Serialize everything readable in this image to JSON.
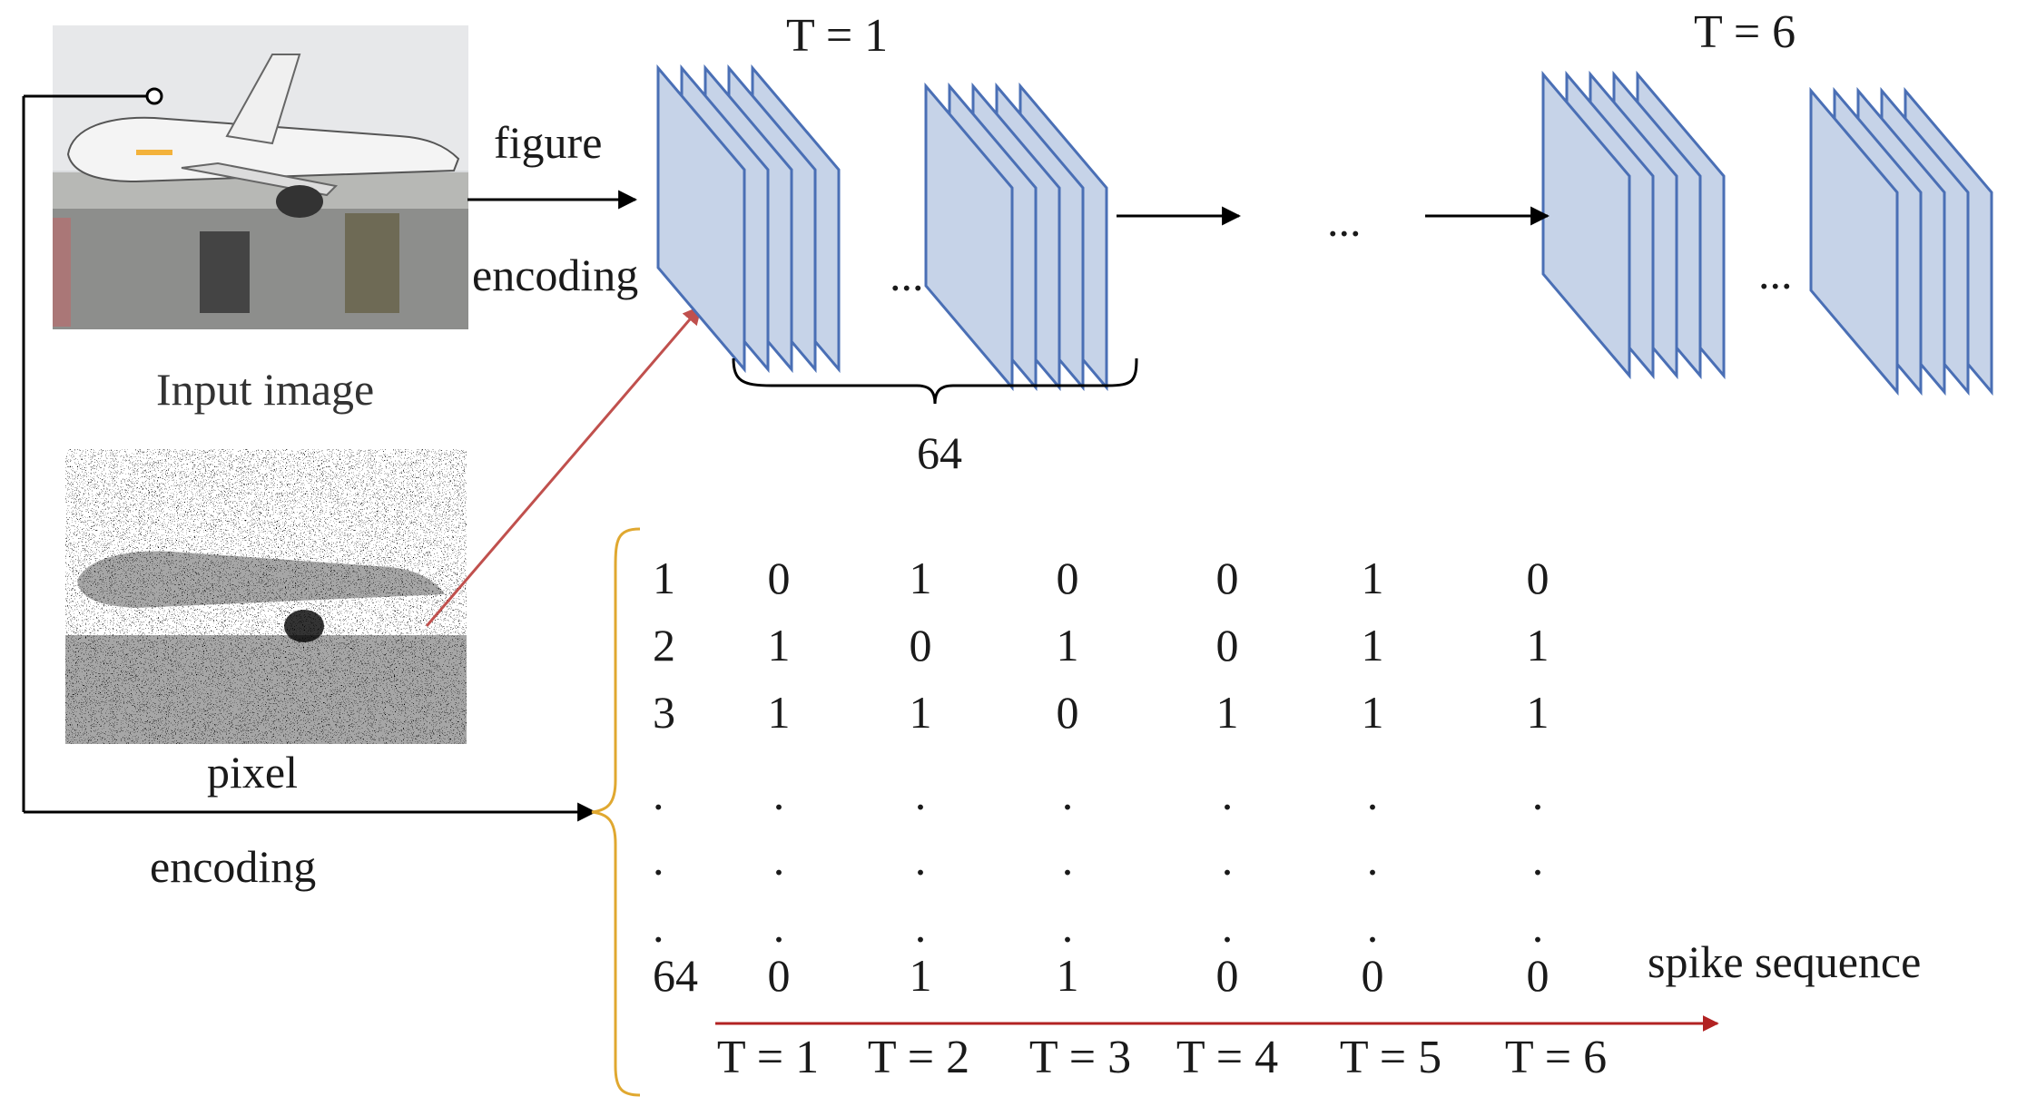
{
  "labels": {
    "t1_top": "T = 1",
    "t6_top": "T = 6",
    "figure": "figure",
    "encoding_top": "encoding",
    "input_image": "Input image",
    "pixel": "pixel",
    "encoding_bottom": "encoding",
    "channels": "64",
    "spike_sequence": "spike sequence",
    "ellipsis_mid": "...",
    "ellipsis_g1": "...",
    "ellipsis_g3": "..."
  },
  "table": {
    "row_labels": [
      "1",
      "2",
      "3",
      ".",
      ".",
      ".",
      "64"
    ],
    "rows": [
      [
        "0",
        "1",
        "0",
        "0",
        "1",
        "0"
      ],
      [
        "1",
        "0",
        "1",
        "0",
        "1",
        "1"
      ],
      [
        "1",
        "1",
        "0",
        "1",
        "1",
        "1"
      ],
      [
        ".",
        ".",
        ".",
        ".",
        ".",
        "."
      ],
      [
        ".",
        ".",
        ".",
        ".",
        ".",
        "."
      ],
      [
        ".",
        ".",
        ".",
        ".",
        ".",
        "."
      ],
      [
        "0",
        "1",
        "1",
        "0",
        "0",
        "0"
      ]
    ],
    "time_labels": [
      "T = 1",
      "T = 2",
      "T = 3",
      "T = 4",
      "T = 5",
      "T = 6"
    ]
  },
  "colors": {
    "feature_map_fill": "#c6d3e8",
    "feature_map_stroke": "#4a6fb5",
    "arrow_black": "#000000",
    "arrow_red": "#c0504d",
    "spike_arrow": "#b22222",
    "brace_orange": "#e0a830"
  },
  "icons": {
    "input_photo": "airplane-photo-icon",
    "noise_photo": "airplane-noise-icon"
  }
}
